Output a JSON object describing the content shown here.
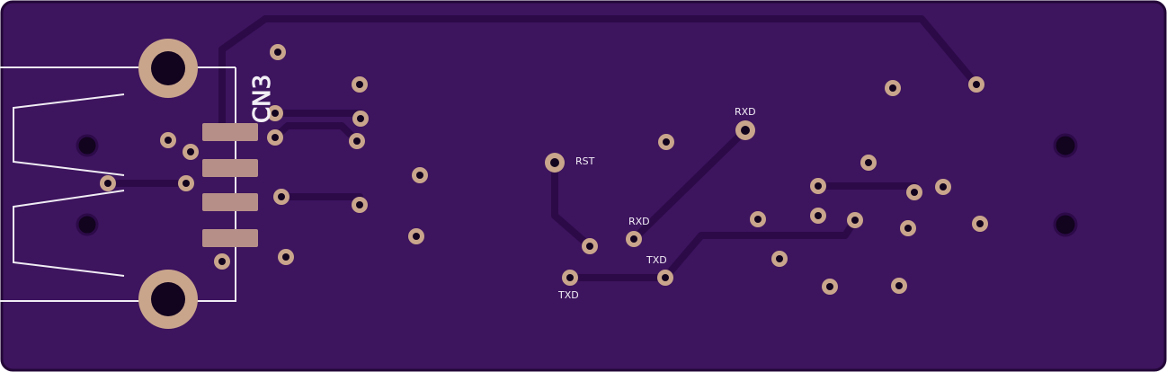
{
  "board": {
    "colors": {
      "substrate": "#3d145e",
      "edge": "#240838",
      "trace": "#2c0a48",
      "pad_copper": "#c9a58c",
      "hole": "#12031e",
      "smd_pad": "#b69088",
      "silkscreen": "#f0ecf4"
    },
    "labels": {
      "connector_ref": "CN3",
      "rst": "RST",
      "rxd_top": "RXD",
      "rxd_mid": "RXD",
      "txd_right": "TXD",
      "txd_left": "TXD"
    }
  }
}
